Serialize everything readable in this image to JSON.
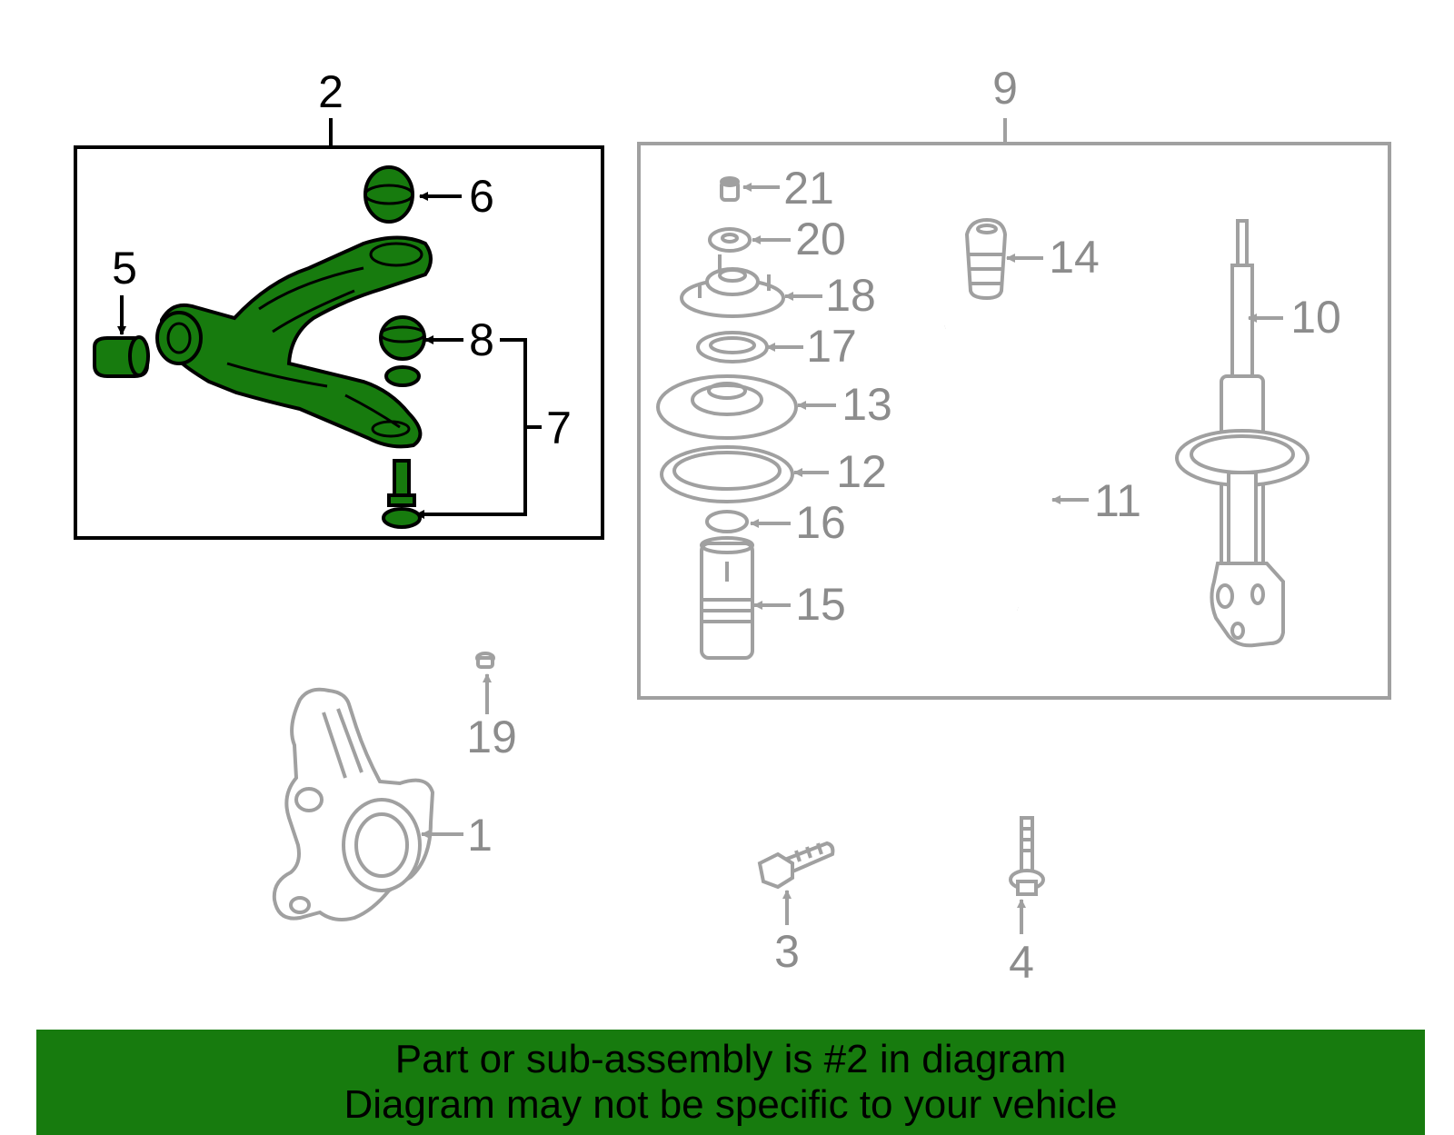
{
  "callouts": {
    "c1": "1",
    "c2": "2",
    "c3": "3",
    "c4": "4",
    "c5": "5",
    "c6": "6",
    "c7": "7",
    "c8": "8",
    "c9": "9",
    "c10": "10",
    "c11": "11",
    "c12": "12",
    "c13": "13",
    "c14": "14",
    "c15": "15",
    "c16": "16",
    "c17": "17",
    "c18": "18",
    "c19": "19",
    "c20": "20",
    "c21": "21"
  },
  "highlighted_part": "2",
  "banner": {
    "line1": "Part or sub-assembly is #2 in diagram",
    "line2": "Diagram may not be specific to your vehicle"
  },
  "colors": {
    "highlight": "#177b0e",
    "outline_gray": "#a0a0a0",
    "label_gray": "#8c8c8c"
  }
}
